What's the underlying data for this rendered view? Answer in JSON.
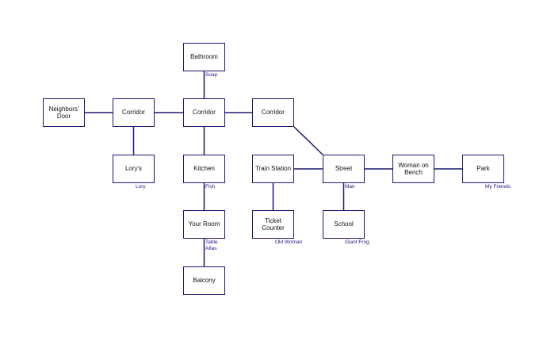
{
  "rooms": {
    "bathroom": {
      "name": "Bathroom",
      "items": "Soap"
    },
    "neighbors_door": {
      "name": "Neighbors' Door",
      "items": ""
    },
    "corridor_west": {
      "name": "Corridor",
      "items": ""
    },
    "corridor_center": {
      "name": "Corridor",
      "items": ""
    },
    "corridor_east": {
      "name": "Corridor",
      "items": ""
    },
    "lorys": {
      "name": "Lory's",
      "items": "Lory"
    },
    "kitchen": {
      "name": "Kitchen",
      "items": "Fish"
    },
    "train_station": {
      "name": "Train Station",
      "items": ""
    },
    "street": {
      "name": "Street",
      "items": "Man"
    },
    "woman_on_bench": {
      "name": "Woman on Bench",
      "items": ""
    },
    "park": {
      "name": "Park",
      "items": "My Friends"
    },
    "your_room": {
      "name": "Your Room",
      "items": "Table\nAtlas"
    },
    "ticket_counter": {
      "name": "Ticket Counter",
      "items": "Old Woman"
    },
    "school": {
      "name": "School",
      "items": "Giant Frog"
    },
    "balcony": {
      "name": "Balcony",
      "items": ""
    }
  },
  "connections": [
    [
      "bathroom",
      "corridor_center"
    ],
    [
      "neighbors_door",
      "corridor_west"
    ],
    [
      "corridor_west",
      "corridor_center"
    ],
    [
      "corridor_center",
      "corridor_east"
    ],
    [
      "corridor_west",
      "lorys"
    ],
    [
      "corridor_center",
      "kitchen"
    ],
    [
      "corridor_east",
      "street"
    ],
    [
      "kitchen",
      "your_room"
    ],
    [
      "your_room",
      "balcony"
    ],
    [
      "train_station",
      "street"
    ],
    [
      "train_station",
      "ticket_counter"
    ],
    [
      "street",
      "woman_on_bench"
    ],
    [
      "woman_on_bench",
      "park"
    ],
    [
      "street",
      "school"
    ]
  ],
  "colors": {
    "line": "#1a1a6e",
    "item_text": "#1a1a8a"
  }
}
